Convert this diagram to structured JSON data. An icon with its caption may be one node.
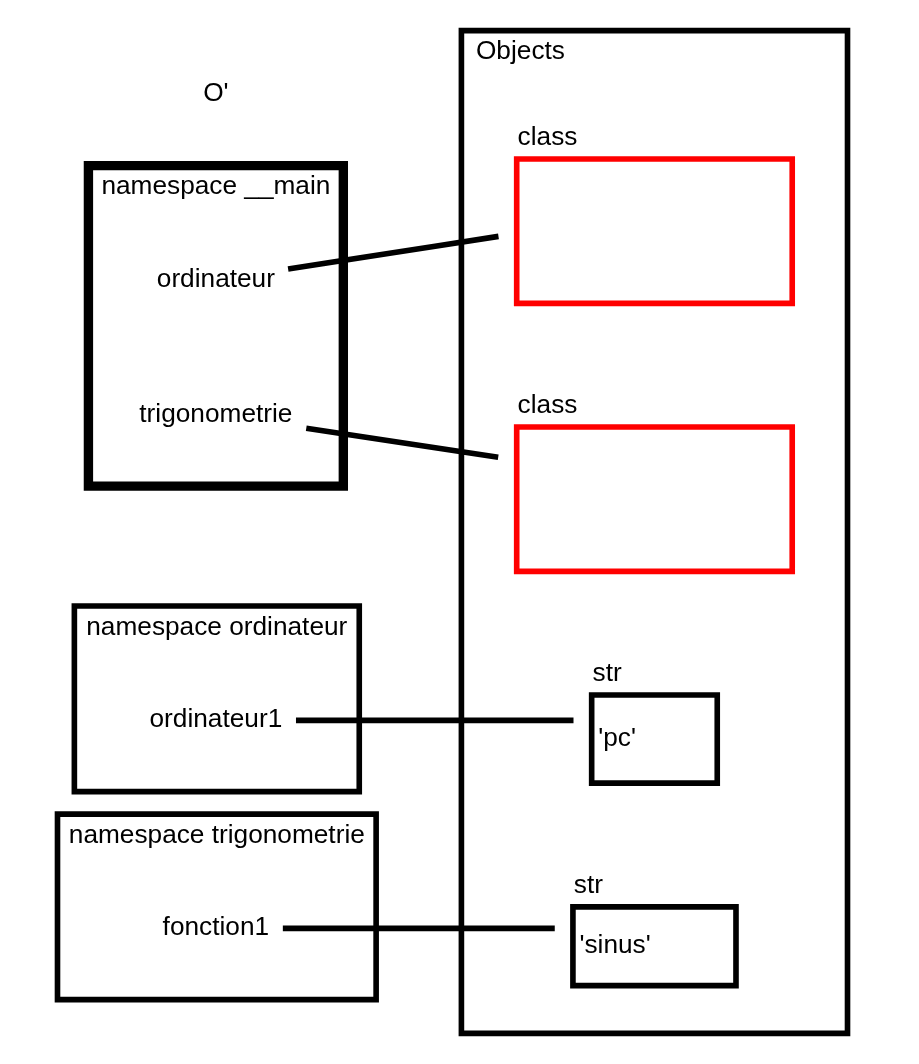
{
  "diagram": {
    "nodes": [
      {
        "text": [
          "namespace __main"
        ]
      },
      {
        "text": [
          "ordinateur"
        ],
        "in": 0
      },
      {
        "text": [
          "trigonometrie"
        ],
        "in": 0
      },
      {
        "text": [
          "namespace ordinateur"
        ]
      },
      {
        "text": [
          "ordinateur1"
        ],
        "in": 3
      },
      {
        "text": [
          "namespace trigonometrie"
        ]
      },
      {
        "text": [
          "fonction1"
        ],
        "in": 5
      },
      {
        "text": [
          "Objects"
        ]
      },
      {
        "text": [
          "class"
        ],
        "in": 7
      },
      {
        "text": [
          "class"
        ],
        "in": 7
      },
      {
        "text": [
          "str",
          "'pc'"
        ],
        "in": 7
      },
      {
        "text": [
          "str",
          "'sinus'"
        ],
        "in": 7
      }
    ],
    "edges": [
      {
        "from": 1,
        "to": 8,
        "arrow": "none"
      },
      {
        "from": 2,
        "to": 9,
        "arrow": "none"
      },
      {
        "from": 4,
        "to": 10,
        "arrow": "none"
      },
      {
        "from": 6,
        "to": 11,
        "arrow": "none"
      }
    ],
    "labels": [
      "O'"
    ]
  }
}
